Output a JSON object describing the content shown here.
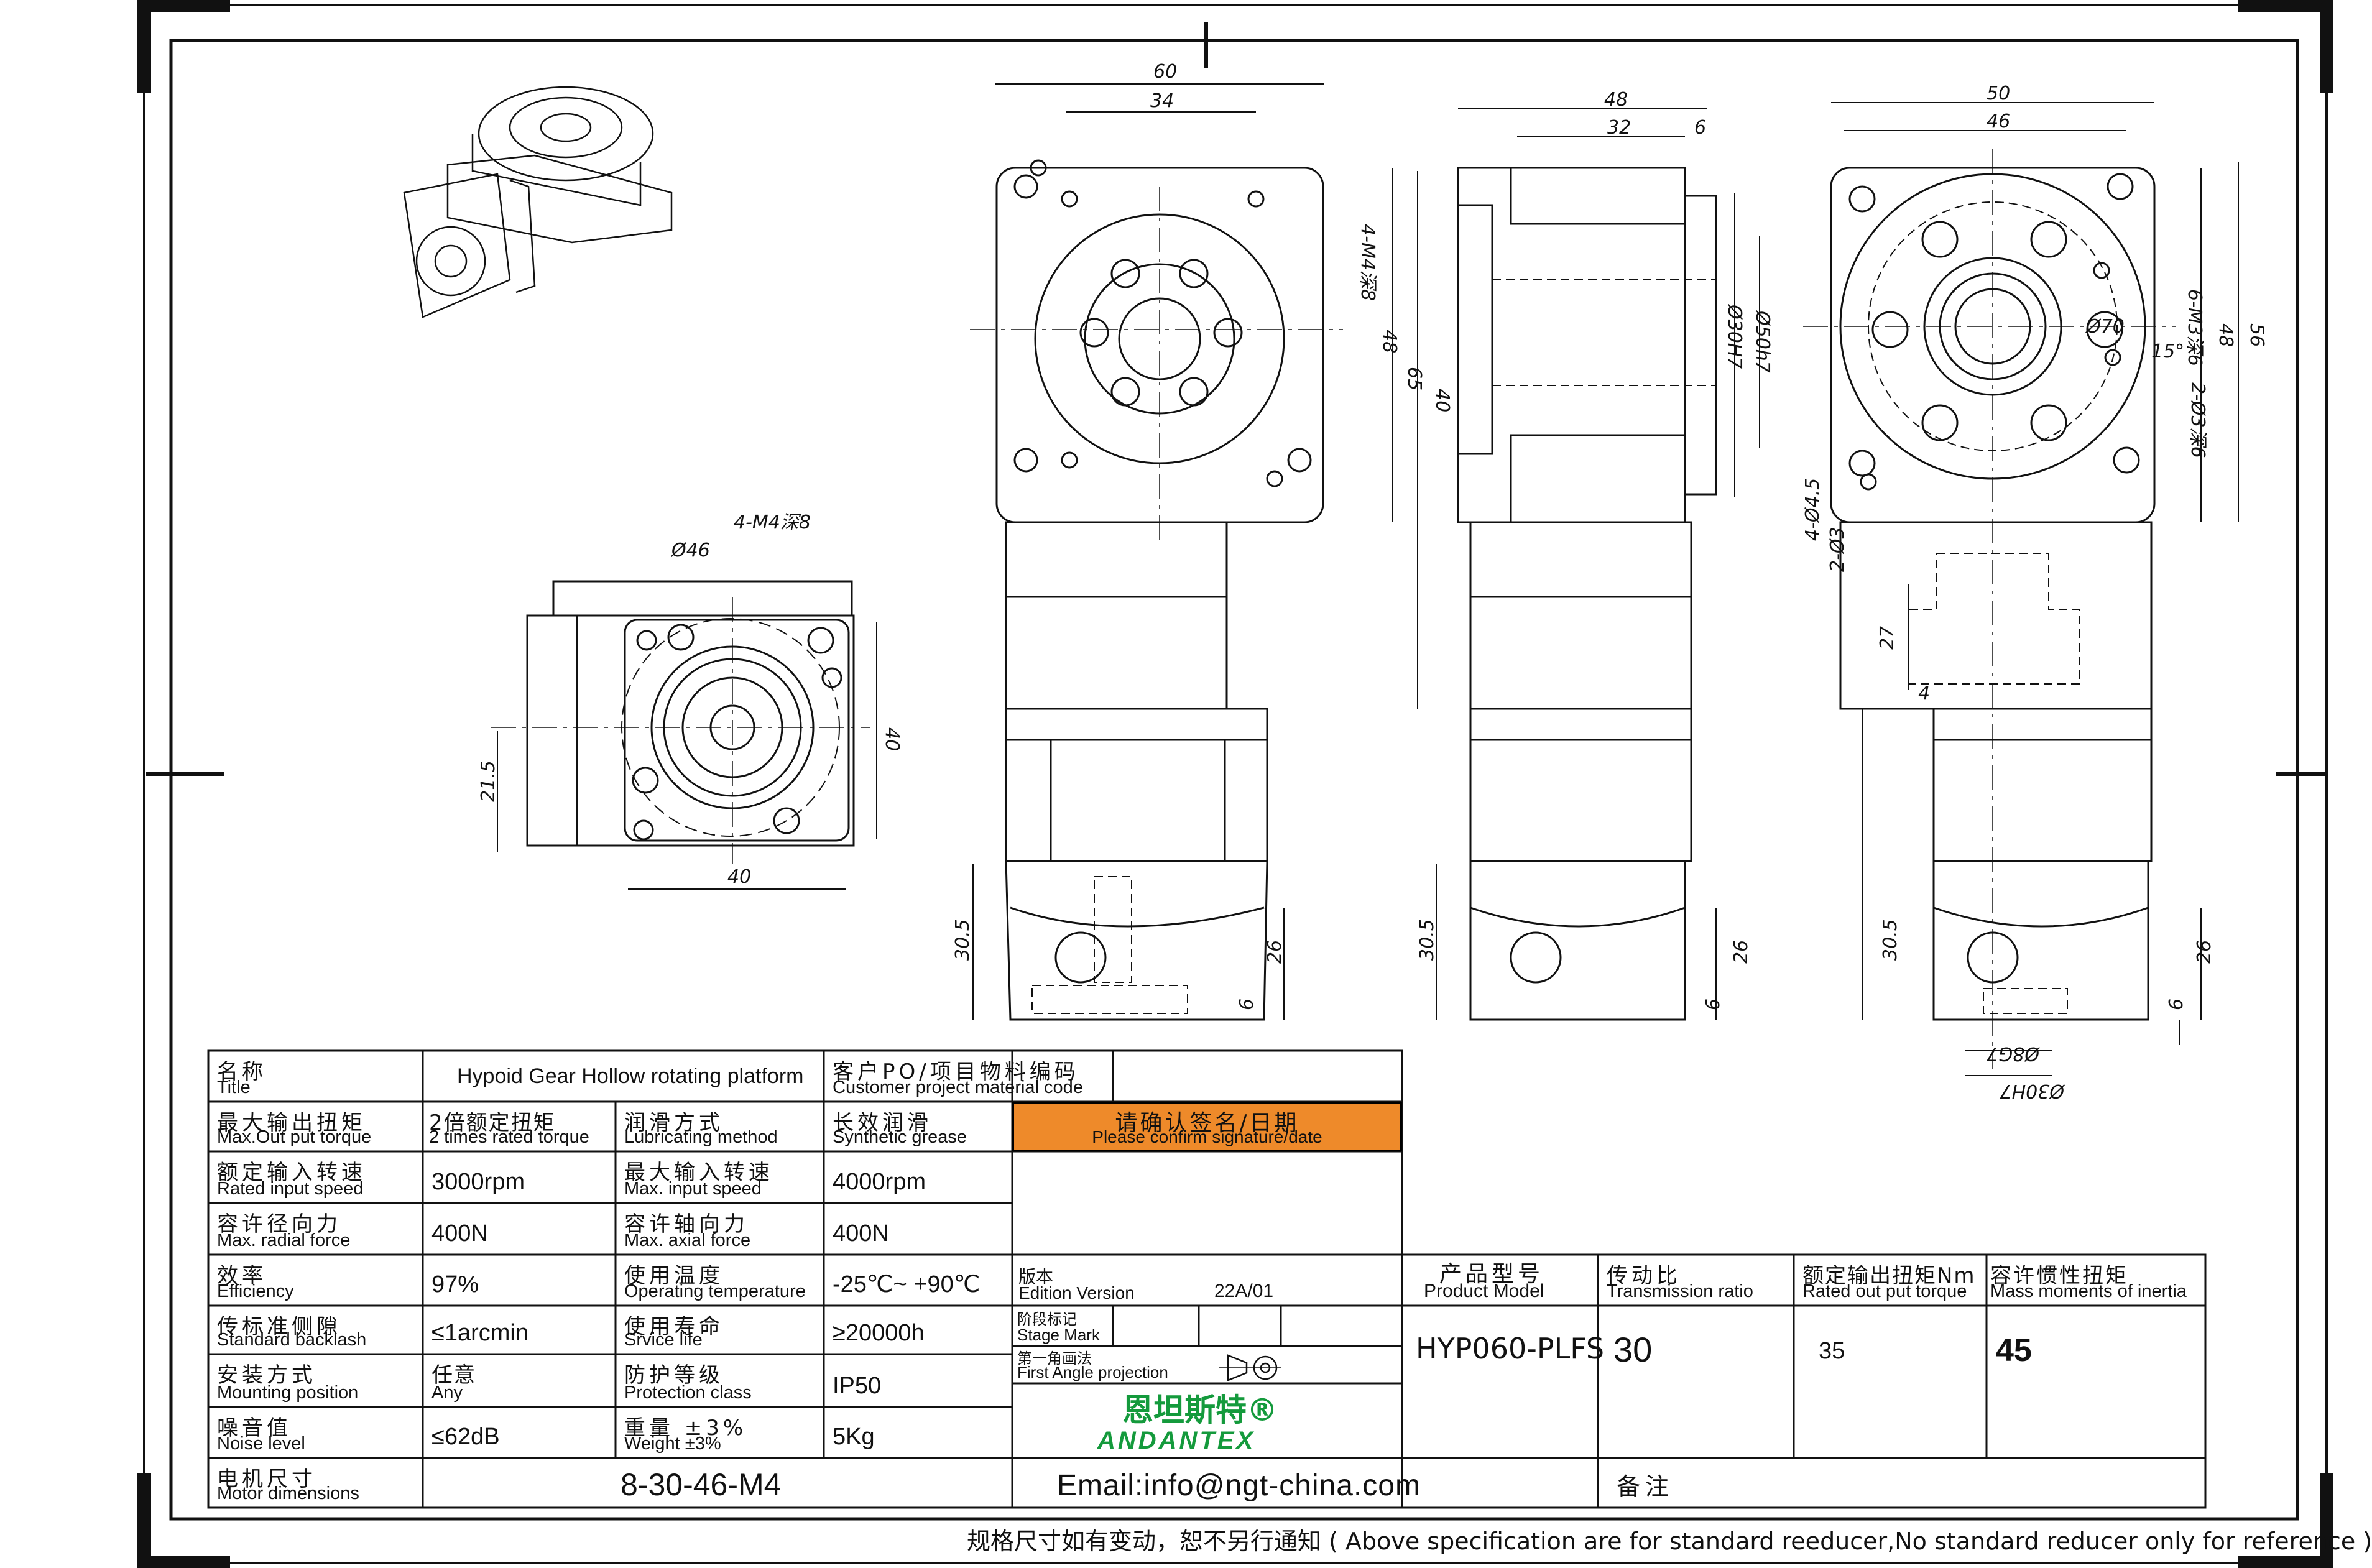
{
  "header_rows": {
    "title": {
      "cn": "名称",
      "en": "Title",
      "value": "Hypoid  Gear Hollow rotating platform"
    },
    "customer_code": {
      "cn": "客户PO/项目物料编码",
      "en": "Customer project material code",
      "value": ""
    }
  },
  "spec_rows": [
    {
      "cn1": "最大输出扭矩",
      "en1": "Max.Out put torque",
      "cn2": "2倍额定扭矩",
      "en2": "2 times rated torque",
      "cn3": "润滑方式",
      "en3": "Lubricating method",
      "cn4": "长效润滑",
      "en4": "Synthetic grease"
    },
    {
      "cn1": "额定输入转速",
      "en1": "Rated input speed",
      "v1": "3000rpm",
      "cn3": "最大输入转速",
      "en3": "Max. input speed",
      "v2": "4000rpm"
    },
    {
      "cn1": "容许径向力",
      "en1": "Max. radial force",
      "v1": "400N",
      "cn3": "容许轴向力",
      "en3": "Max. axial force",
      "v2": "400N"
    },
    {
      "cn1": "效率",
      "en1": "Efficiency",
      "v1": "97%",
      "cn3": "使用温度",
      "en3": "Operating temperature",
      "v2": "-25℃~ +90℃"
    },
    {
      "cn1": "传标准侧隙",
      "en1": "Standard backlash",
      "v1": "≤1arcmin",
      "cn3": "使用寿命",
      "en3": "Srvice life",
      "v2": "≥20000h"
    },
    {
      "cn1": "安装方式",
      "en1": "Mounting position",
      "cn2": "任意",
      "en2": "Any",
      "cn3": "防护等级",
      "en3": "Protection class",
      "v2": "IP50"
    },
    {
      "cn1": "噪音值",
      "en1": "Noise level",
      "v1": "≤62dB",
      "cn3": "重量 ±3%",
      "en3": "Weight ±3%",
      "v2": "5Kg"
    }
  ],
  "motor_row": {
    "cn": "电机尺寸",
    "en": "Motor dimensions",
    "value": "8-30-46-M4"
  },
  "signature": {
    "cn": "请确认签名/日期",
    "en": "Please confirm signature/date"
  },
  "edition": {
    "cn": "版本",
    "en": "Edition Version",
    "value": "22A/01"
  },
  "stage_mark": {
    "cn": "阶段标记",
    "en": "Stage Mark"
  },
  "projection": {
    "cn": "第一角画法",
    "en": "First Angle projection"
  },
  "logo": {
    "cn": "恩坦斯特®",
    "en": "ANDANTEX"
  },
  "email": "Email:info@ngt-china.com",
  "remarks_label": "备注",
  "product_table": {
    "headers": [
      {
        "cn": "产品型号",
        "en": "Product Model"
      },
      {
        "cn": "传动比",
        "en": "Transmission ratio"
      },
      {
        "cn": "额定输出扭矩Nm",
        "en": "Rated out put torque"
      },
      {
        "cn": "容许惯性扭矩",
        "en": "Mass moments of inertia"
      }
    ],
    "values": [
      "HYP060-PLFS",
      "30",
      "35",
      "45"
    ]
  },
  "footer_note": "规格尺寸如有变动，恕不另行通知  ( Above specification are for standard reeducer,No standard reducer only for reference )",
  "dimensions": {
    "front": [
      "60",
      "34",
      "4-M4深8",
      "48",
      "65",
      "40",
      "30.5",
      "26",
      "6"
    ],
    "side": [
      "48",
      "32",
      "6",
      "Ø30H7",
      "Ø50h7",
      "30.5",
      "26",
      "6"
    ],
    "rear": [
      "50",
      "46",
      "6-M3深6",
      "48",
      "56",
      "Ø70",
      "15°",
      "2-Ø3深6",
      "4-Ø4.5",
      "2-Ø3",
      "27",
      "4",
      "30.5",
      "26",
      "6",
      "Ø8G7",
      "Ø30H7"
    ],
    "motor_flange": [
      "4-M4深8",
      "Ø46",
      "21.5",
      "40",
      "40"
    ]
  }
}
